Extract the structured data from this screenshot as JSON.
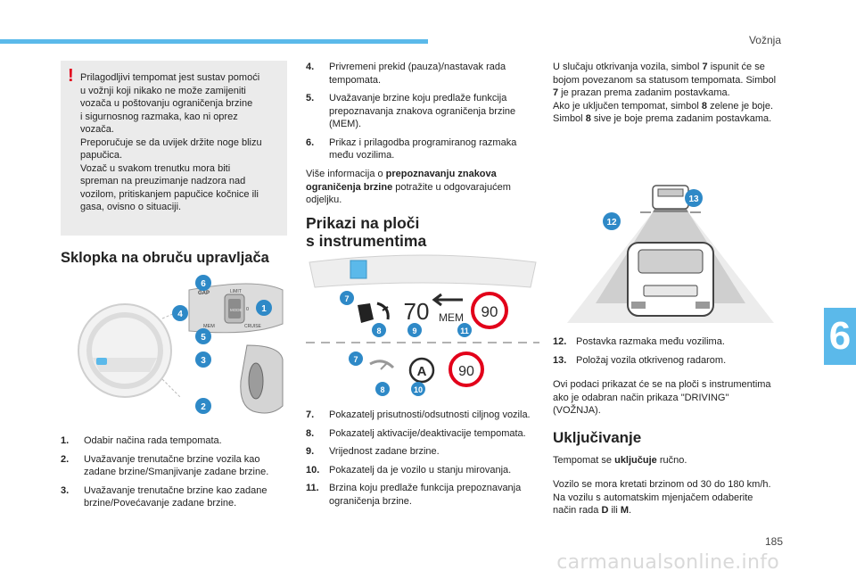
{
  "header": {
    "section": "Vožnja",
    "page_number": "185",
    "chapter_number": "6"
  },
  "warning": {
    "lines": [
      "Prilagodljivi tempomat jest sustav pomoći",
      "u vožnji koji nikako ne može zamijeniti",
      "vozača u poštovanju ograničenja brzine",
      "i sigurnosnog razmaka, kao ni oprez",
      "vozača.",
      "Preporučuje se da uvijek držite noge blizu",
      "papučica.",
      "Vozač u svakom trenutku mora biti",
      "spreman na preuzimanje nadzora nad",
      "vozilom, pritiskanjem papučice kočnice ili",
      "gasa, ovisno o situaciji."
    ]
  },
  "steering": {
    "title": "Sklopka na obruču upravljača",
    "stalk_labels": {
      "gap": "GAP",
      "limit": "LIMIT",
      "mem": "MEM",
      "cruise": "CRUISE",
      "mode": "MODE",
      "zero": "0"
    },
    "callouts": [
      "1",
      "2",
      "3",
      "4",
      "5",
      "6"
    ],
    "items": [
      {
        "num": "1.",
        "text": "Odabir načina rada tempomata."
      },
      {
        "num": "2.",
        "text": "Uvažavanje trenutačne brzine vozila kao zadane brzine/Smanjivanje zadane brzine."
      },
      {
        "num": "3.",
        "text": "Uvažavanje trenutačne brzine kao zadane brzine/Povećavanje zadane brzine."
      }
    ]
  },
  "list_continued": [
    {
      "num": "4.",
      "text": "Privremeni prekid (pauza)/nastavak rada tempomata."
    },
    {
      "num": "5.",
      "text": "Uvažavanje brzine koju predlaže funkcija prepoznavanja znakova ograničenja brzine (MEM)."
    },
    {
      "num": "6.",
      "text": "Prikaz i prilagodba programiranog razmaka među vozilima."
    }
  ],
  "more_info": {
    "before": "Više informacija o ",
    "bold": "prepoznavanju znakova ograničenja brzine",
    "after": " potražite u odgovarajućem odjeljku."
  },
  "instruments": {
    "title_line1": "Prikazi na ploči",
    "title_line2": "s instrumentima",
    "speed_set": "70",
    "mem_label": "MEM",
    "sign_value_top": "90",
    "sign_value_bottom": "90",
    "auto_letter": "A",
    "callouts_top": [
      "7",
      "8",
      "9",
      "11"
    ],
    "callouts_bottom": [
      "7",
      "8",
      "10"
    ],
    "items": [
      {
        "num": "7.",
        "text": "Pokazatelj prisutnosti/odsutnosti ciljnog vozila."
      },
      {
        "num": "8.",
        "text": "Pokazatelj aktivacije/deaktivacije tempomata."
      },
      {
        "num": "9.",
        "text": "Vrijednost zadane brzine."
      },
      {
        "num": "10.",
        "text": "Pokazatelj da je vozilo u stanju mirovanja."
      },
      {
        "num": "11.",
        "text": "Brzina koju predlaže funkcija prepoznavanja ograničenja brzine."
      }
    ]
  },
  "col3_text": {
    "l1": "U slučaju otkrivanja vozila, simbol ",
    "b1": "7",
    "l2": " ispunit će se bojom povezanom sa statusom tempomata. Simbol ",
    "b2": "7",
    "l3": " je prazan prema zadanim postavkama.",
    "l4": "Ako je uključen tempomat, simbol ",
    "b3": "8",
    "l5": " zelene je boje. Simbol ",
    "b4": "8",
    "l6": " sive je boje prema zadanim postavkama."
  },
  "distance_figure": {
    "callouts": [
      "12",
      "13"
    ]
  },
  "distance_items": [
    {
      "num": "12.",
      "text": "Postavka razmaka među vozilima."
    },
    {
      "num": "13.",
      "text": "Položaj vozila otkrivenog radarom."
    }
  ],
  "info_text": "Ovi podaci prikazat će se na ploči s instrumentima ako je odabran način prikaza \"DRIVING\" (VOŽNJA).",
  "activation": {
    "title": "Uključivanje",
    "manual_before": "Tempomat se ",
    "manual_bold": "uključuje",
    "manual_after": " ručno.",
    "speed_line1": "Vozilo se mora kretati brzinom od 30 do 180 km/h.",
    "speed_line2_before": "Na vozilu s automatskim mjenjačem odaberite način rada ",
    "mode_d": "D",
    "or": " ili ",
    "mode_m": "M",
    "end": "."
  },
  "watermark": "carmanualsonline.info",
  "colors": {
    "accent": "#5bb9ea",
    "callout": "#2e89c7",
    "warning": "#e2001a",
    "dark": "#2b2b2b"
  }
}
